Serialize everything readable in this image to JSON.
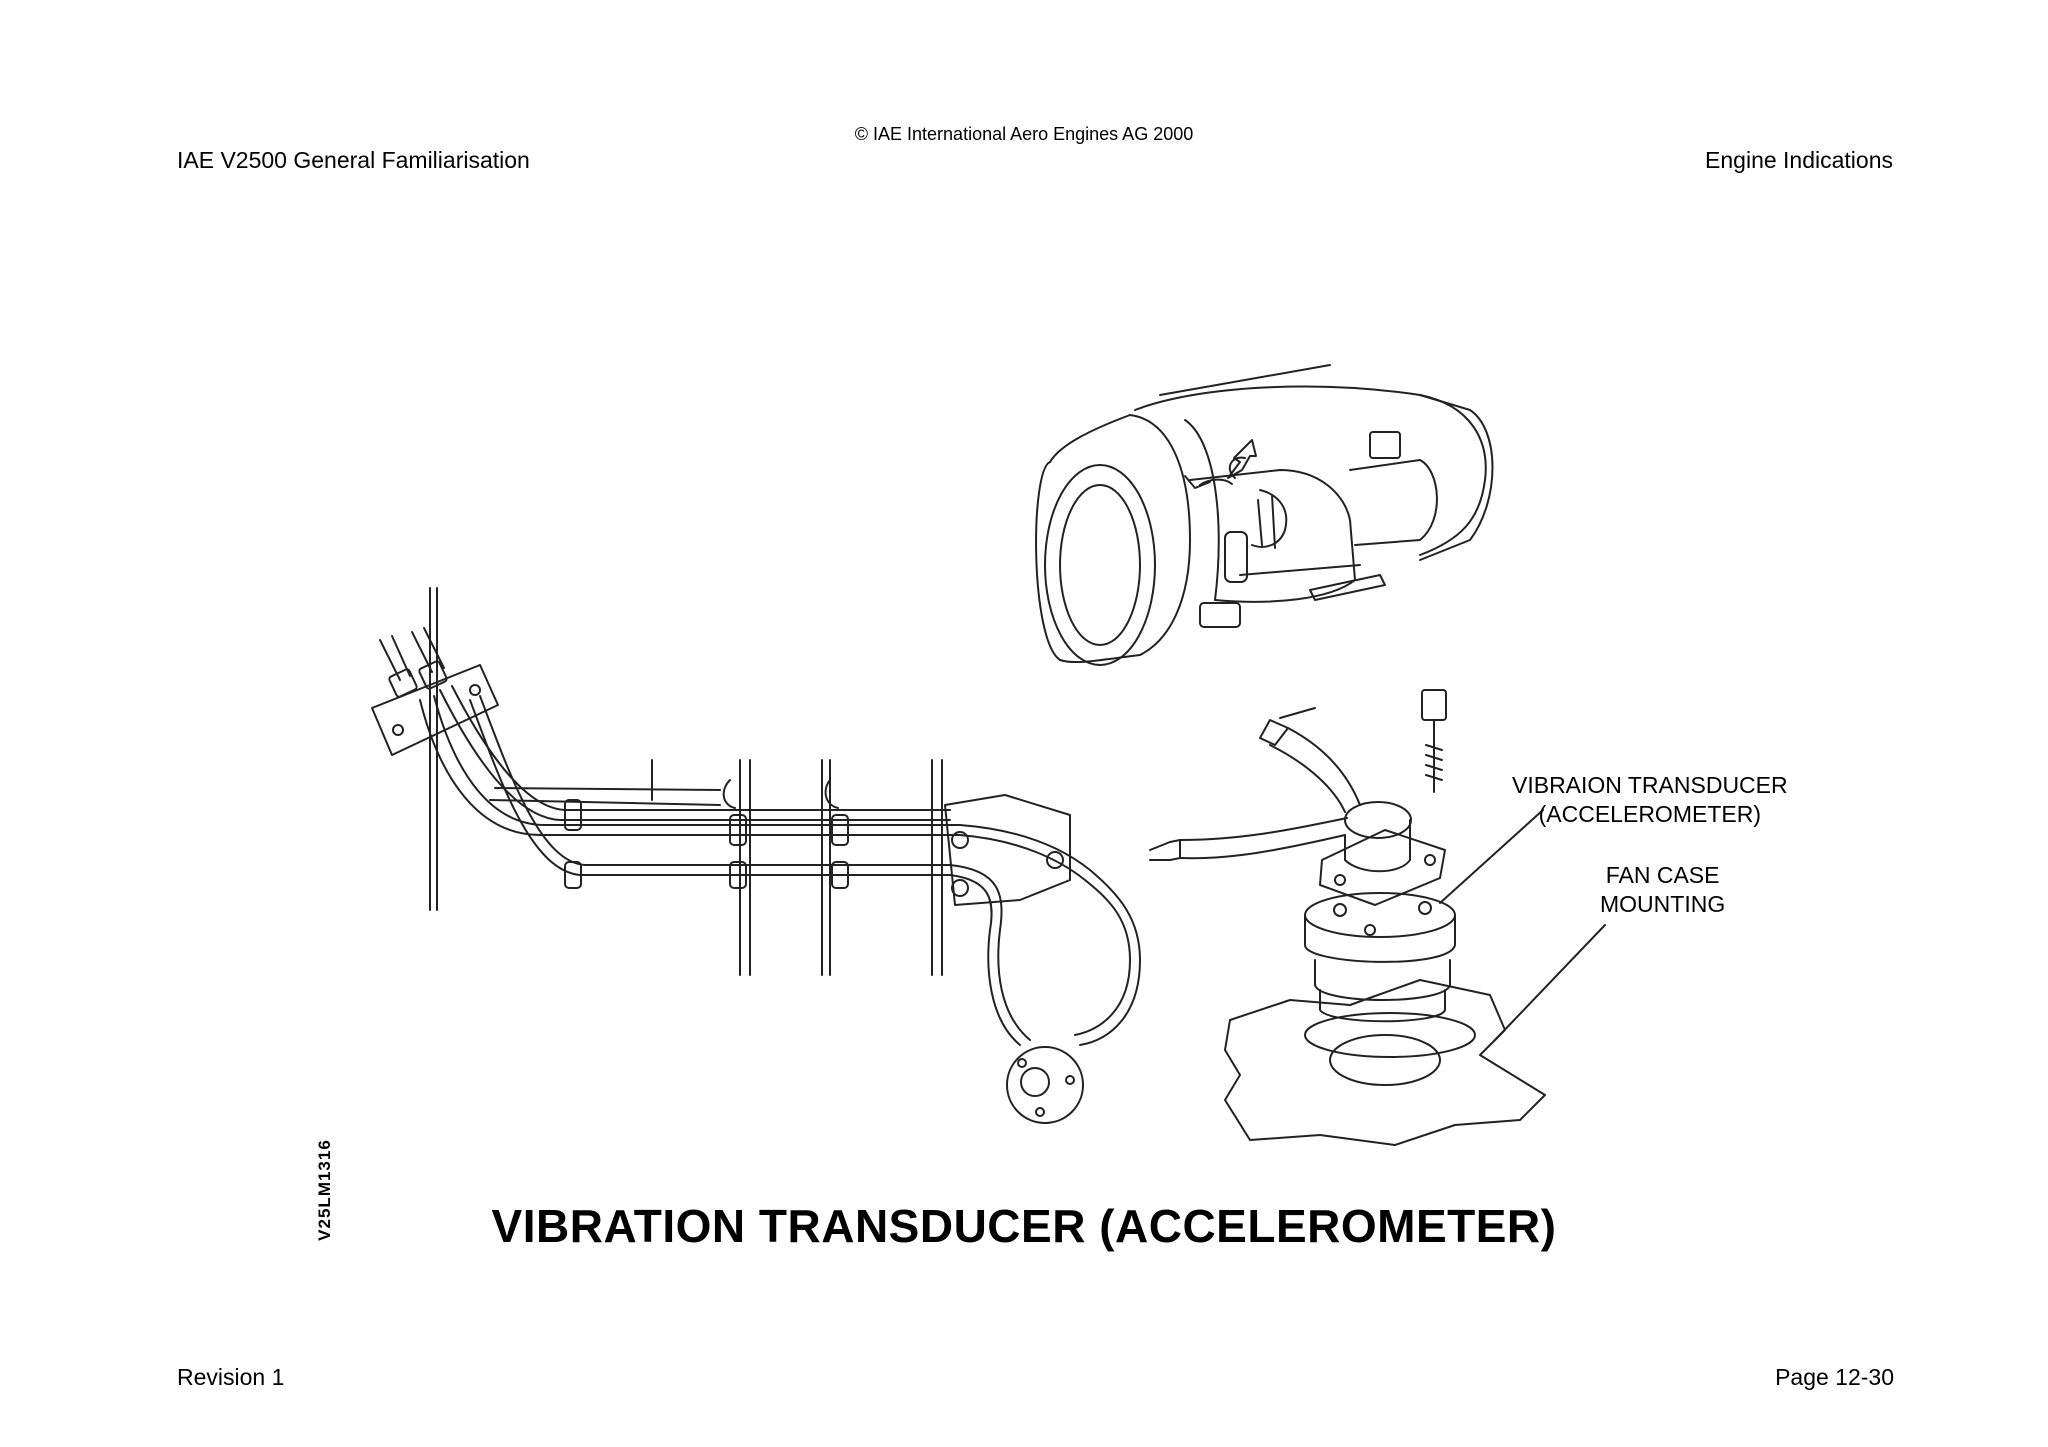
{
  "header": {
    "copyright": "© IAE International Aero Engines AG 2000",
    "doc_title": "IAE V2500 General Familiarisation",
    "chapter": "Engine Indications"
  },
  "figure": {
    "drawing_code": "V25LM1316",
    "title": "VIBRATION TRANSDUCER (ACCELEROMETER)",
    "callouts": {
      "transducer_line1": "VIBRAION TRANSDUCER",
      "transducer_line2": "(ACCELEROMETER)",
      "mounting_line1": "FAN CASE",
      "mounting_line2": "MOUNTING"
    }
  },
  "footer": {
    "revision": "Revision 1",
    "page": "Page 12-30"
  }
}
